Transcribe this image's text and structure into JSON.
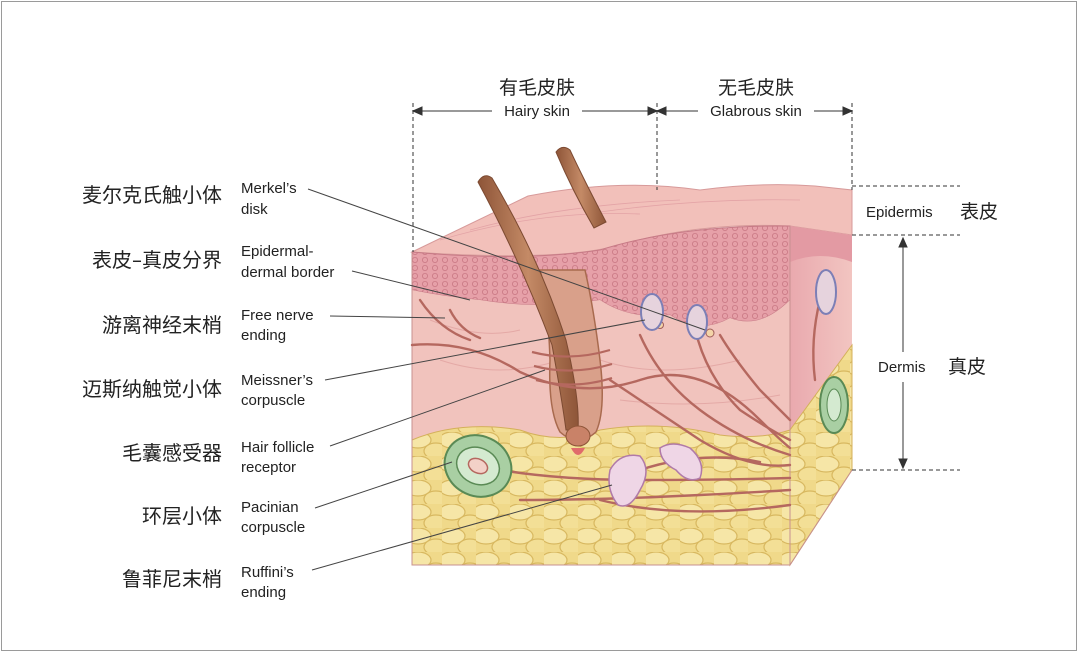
{
  "header": {
    "hairy_cn": "有毛皮肤",
    "hairy_en": "Hairy skin",
    "glabrous_cn": "无毛皮肤",
    "glabrous_en": "Glabrous skin"
  },
  "layers": {
    "epidermis_en": "Epidermis",
    "epidermis_cn": "表皮",
    "dermis_en": "Dermis",
    "dermis_cn": "真皮"
  },
  "receptors": [
    {
      "cn": "麦尔克氏触小体",
      "en1": "Merkel’s",
      "en2": "disk"
    },
    {
      "cn": "表皮–真皮分界",
      "en1": "Epidermal-",
      "en2": "dermal border"
    },
    {
      "cn": "游离神经末梢",
      "en1": "Free nerve",
      "en2": "ending"
    },
    {
      "cn": "迈斯纳触觉小体",
      "en1": "Meissner’s",
      "en2": "corpuscle"
    },
    {
      "cn": "毛囊感受器",
      "en1": "Hair follicle",
      "en2": "receptor"
    },
    {
      "cn": "环层小体",
      "en1": "Pacinian",
      "en2": "corpuscle"
    },
    {
      "cn": "鲁菲尼末梢",
      "en1": "Ruffini’s",
      "en2": "ending"
    }
  ],
  "colors": {
    "epidermis": "#e8a7ad",
    "dermis": "#f1c3bd",
    "fat": "#f0d98a",
    "nerve": "#b5685f",
    "hair": "#a86a4e"
  }
}
